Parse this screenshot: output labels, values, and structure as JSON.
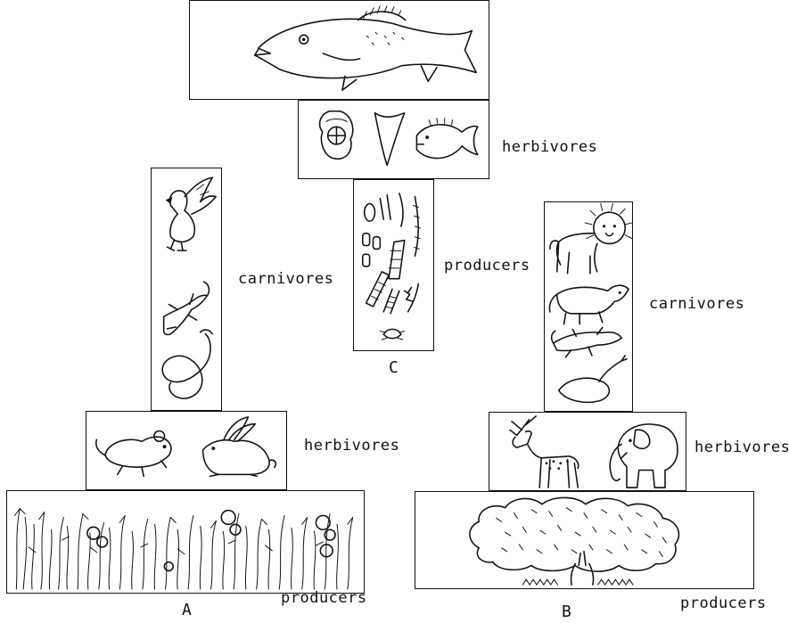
{
  "labels": {
    "c_herbivores": "herbivores",
    "c_producers": "producers",
    "a_carnivores": "carnivores",
    "a_herbivores": "herbivores",
    "a_producers": "producers",
    "b_carnivores": "carnivores",
    "b_herbivores": "herbivores",
    "b_producers": "producers"
  },
  "captions": {
    "a": "A",
    "b": "B",
    "c": "C"
  },
  "icons": {
    "pyramid_c_top": [
      "fish"
    ],
    "pyramid_c_herbivores": [
      "aquatic-larva",
      "shell",
      "small-fish"
    ],
    "pyramid_c_producers": [
      "phytoplankton"
    ],
    "pyramid_a_carnivores": [
      "eagle",
      "lizard",
      "snake"
    ],
    "pyramid_a_herbivores": [
      "rat",
      "rabbit"
    ],
    "pyramid_a_producers": [
      "grass"
    ],
    "pyramid_b_carnivores": [
      "lion",
      "fox",
      "lizard",
      "snake"
    ],
    "pyramid_b_herbivores": [
      "deer",
      "elephant"
    ],
    "pyramid_b_producers": [
      "tree"
    ]
  }
}
